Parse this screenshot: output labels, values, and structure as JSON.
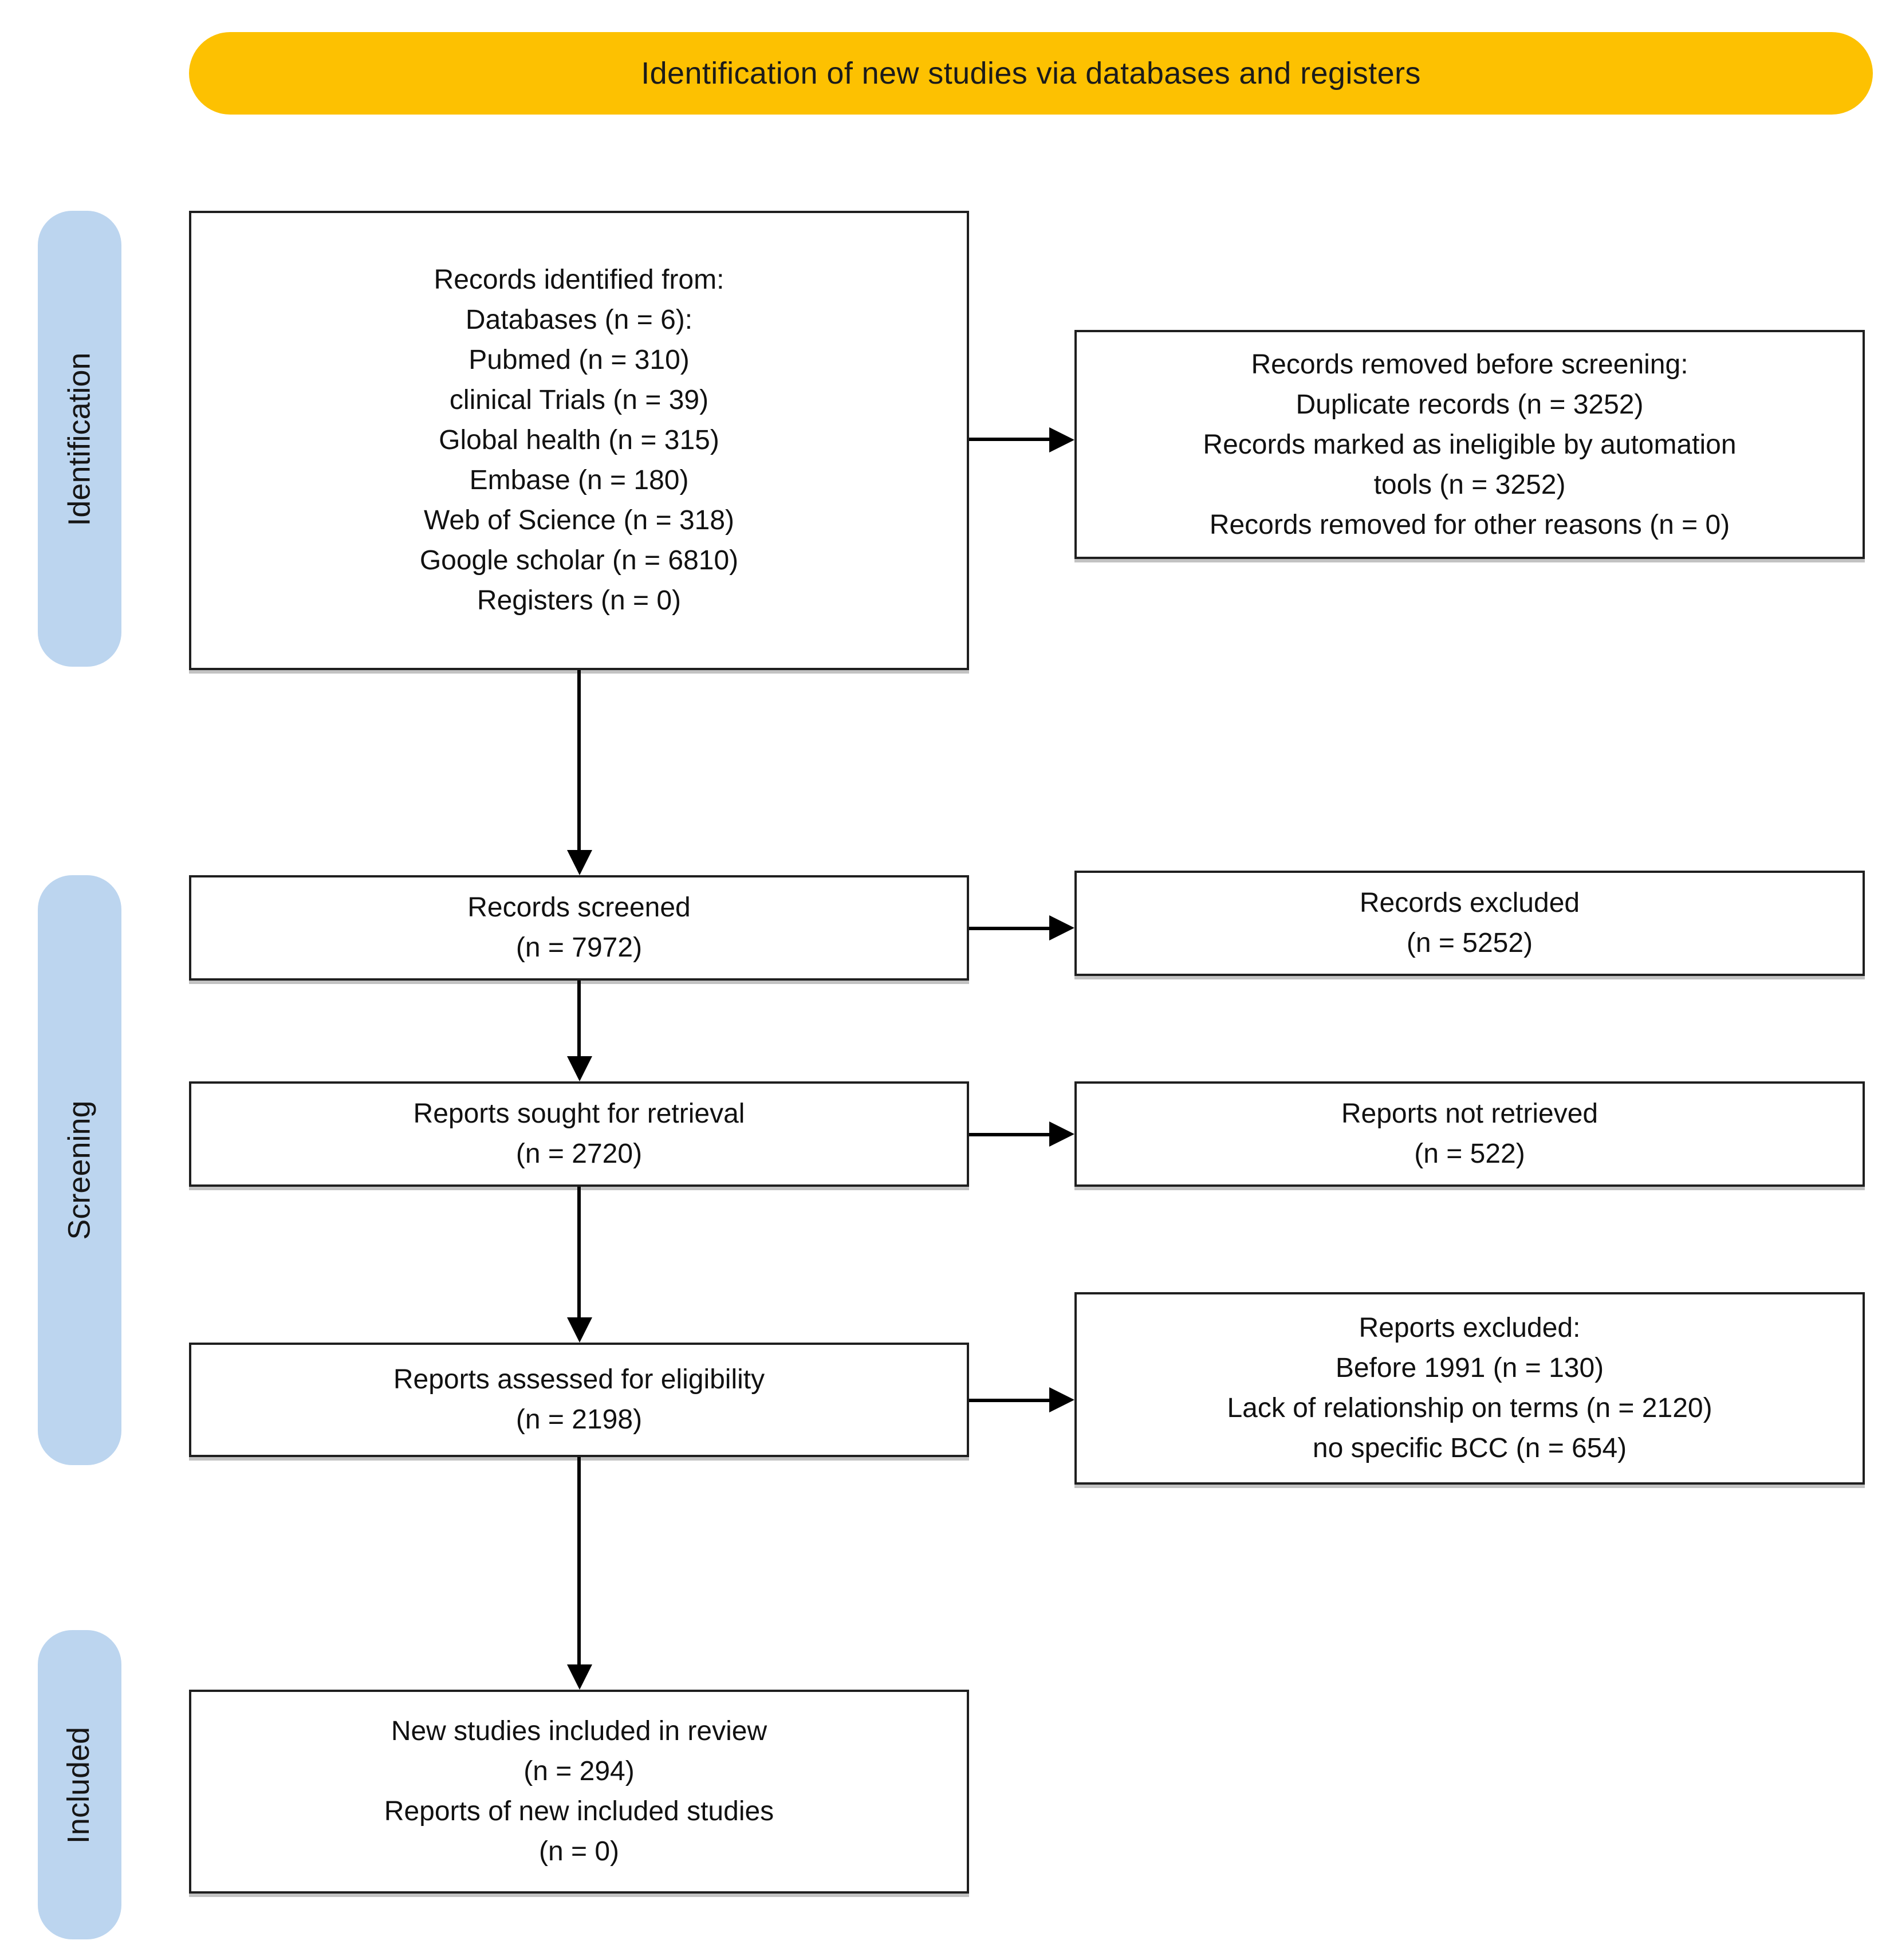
{
  "banner": {
    "label": "Identification of new studies via databases and registers"
  },
  "stages": {
    "identification": {
      "label": "Identification"
    },
    "screening": {
      "label": "Screening"
    },
    "included": {
      "label": "Included"
    }
  },
  "boxes": {
    "records_identified": {
      "lines": [
        "Records identified from:",
        "Databases (n = 6):",
        "Pubmed (n = 310)",
        "clinical Trials (n = 39)",
        "Global health (n = 315)",
        "Embase (n = 180)",
        "Web of Science (n = 318)",
        "Google scholar (n = 6810)",
        "Registers (n = 0)"
      ]
    },
    "records_removed": {
      "lines": [
        "Records removed before screening:",
        "Duplicate records (n = 3252)",
        "Records marked as ineligible by automation",
        "tools (n = 3252)",
        "Records removed for other reasons (n = 0)"
      ]
    },
    "records_screened": {
      "lines": [
        "Records screened",
        "(n = 7972)"
      ]
    },
    "records_excluded": {
      "lines": [
        "Records excluded",
        "(n = 5252)"
      ]
    },
    "reports_sought": {
      "lines": [
        "Reports sought for retrieval",
        "(n = 2720)"
      ]
    },
    "reports_not_retrieved": {
      "lines": [
        "Reports not retrieved",
        "(n = 522)"
      ]
    },
    "reports_assessed": {
      "lines": [
        "Reports assessed for eligibility",
        "(n = 2198)"
      ]
    },
    "reports_excluded": {
      "lines": [
        "Reports excluded:",
        "Before 1991 (n = 130)",
        "Lack of relationship on terms (n = 2120)",
        "no specific BCC (n = 654)"
      ]
    },
    "new_studies_included": {
      "lines": [
        "New studies included in review",
        "(n = 294)",
        "Reports of new included studies",
        "(n = 0)"
      ]
    }
  },
  "colors": {
    "banner_fill": "#FDC101",
    "stage_pill_fill": "#BCD5EF",
    "box_border": "#1F1F1F",
    "arrow": "#000000",
    "background": "#FFFFFF"
  }
}
